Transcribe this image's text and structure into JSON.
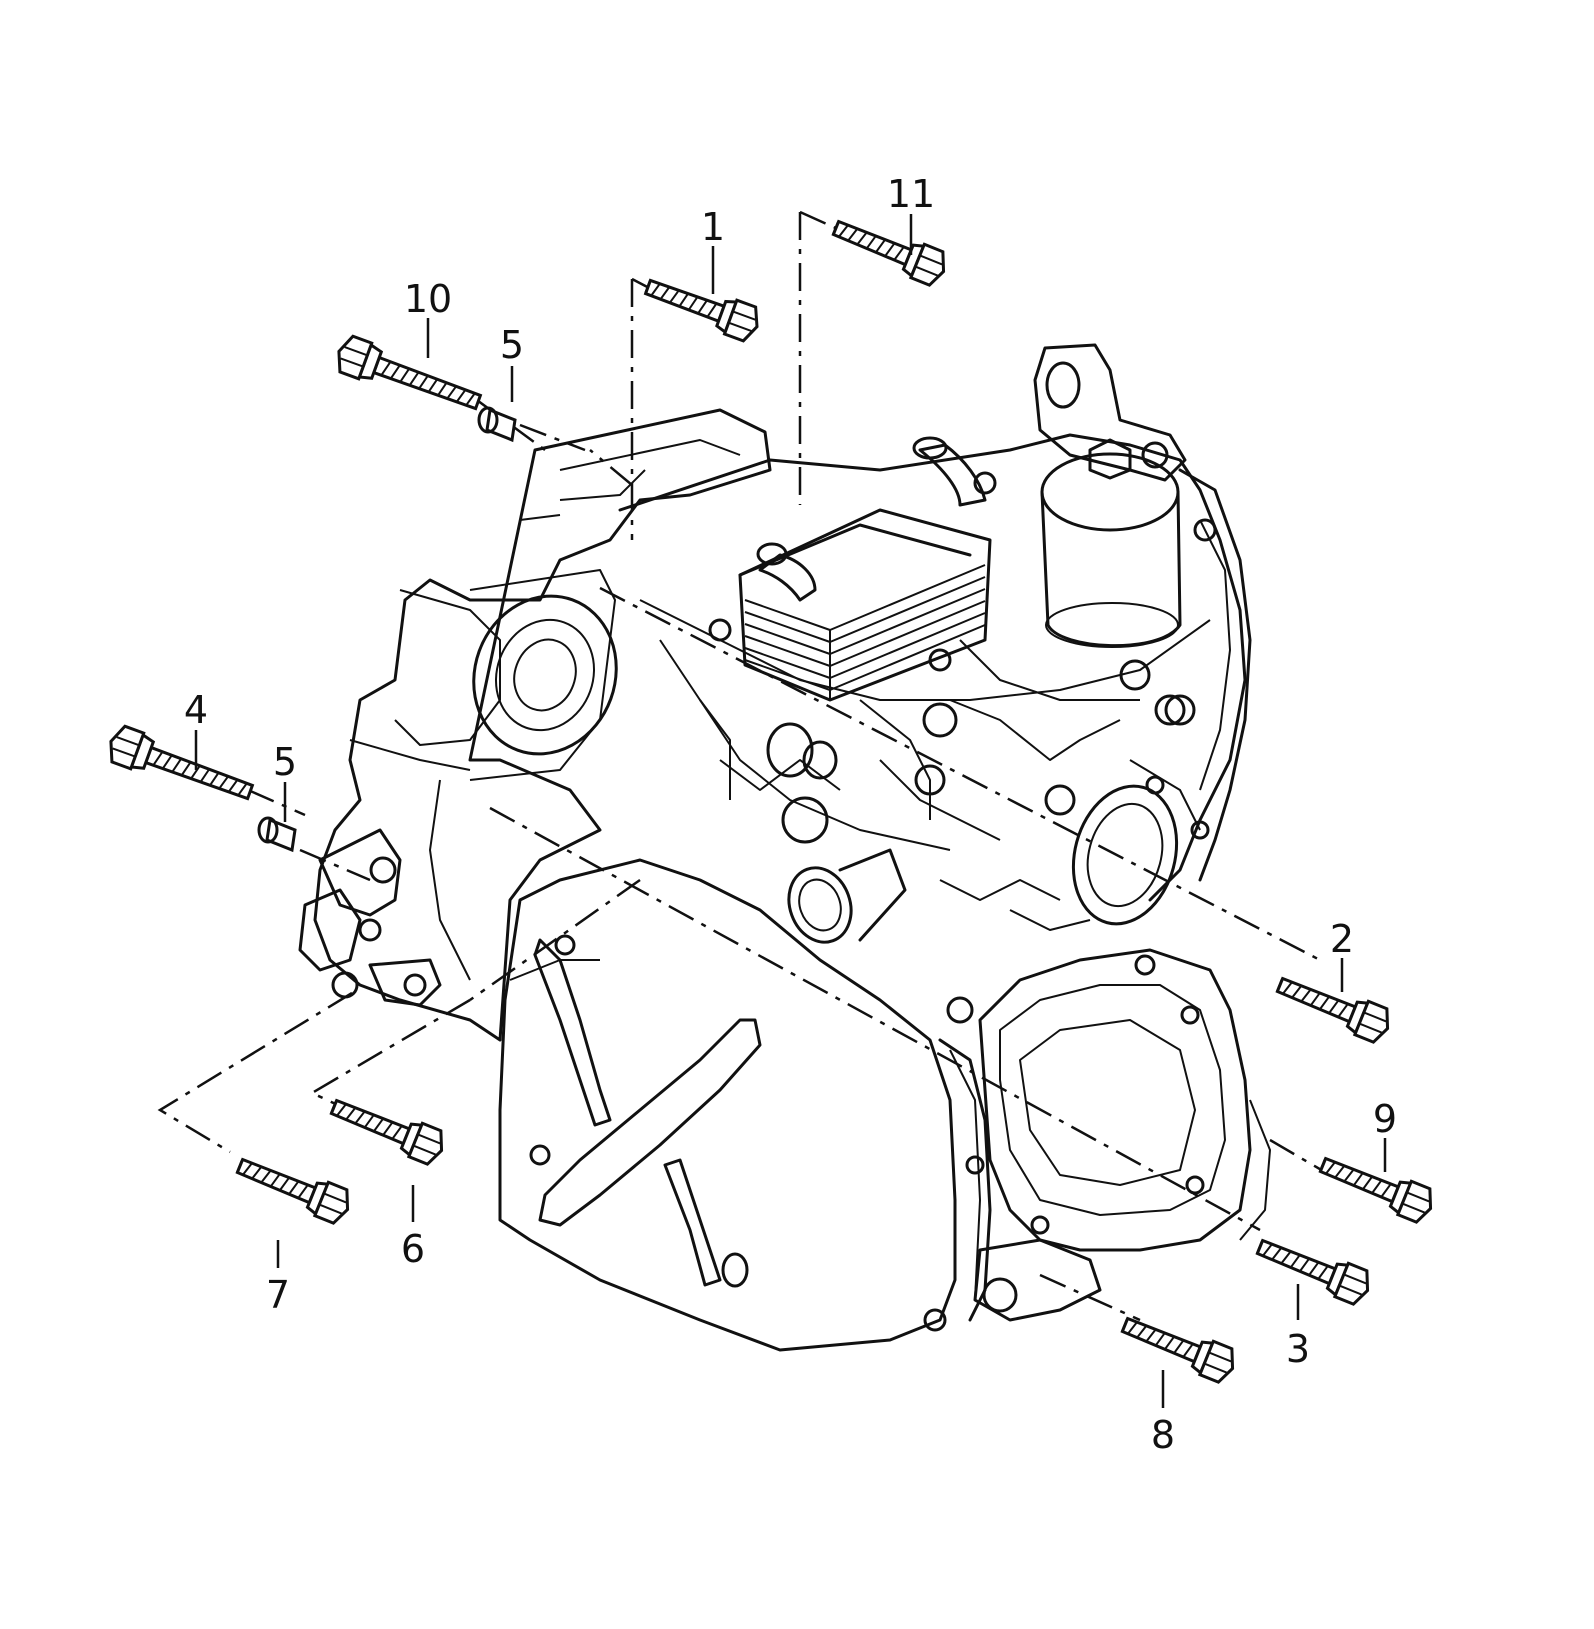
{
  "callouts": [
    {
      "id": "1",
      "text": "1"
    },
    {
      "id": "2",
      "text": "2"
    },
    {
      "id": "3",
      "text": "3"
    },
    {
      "id": "4",
      "text": "4"
    },
    {
      "id": "5a",
      "text": "5"
    },
    {
      "id": "5b",
      "text": "5"
    },
    {
      "id": "6",
      "text": "6"
    },
    {
      "id": "7",
      "text": "7"
    },
    {
      "id": "8",
      "text": "8"
    },
    {
      "id": "9",
      "text": "9"
    },
    {
      "id": "10",
      "text": "10"
    },
    {
      "id": "11",
      "text": "11"
    }
  ]
}
